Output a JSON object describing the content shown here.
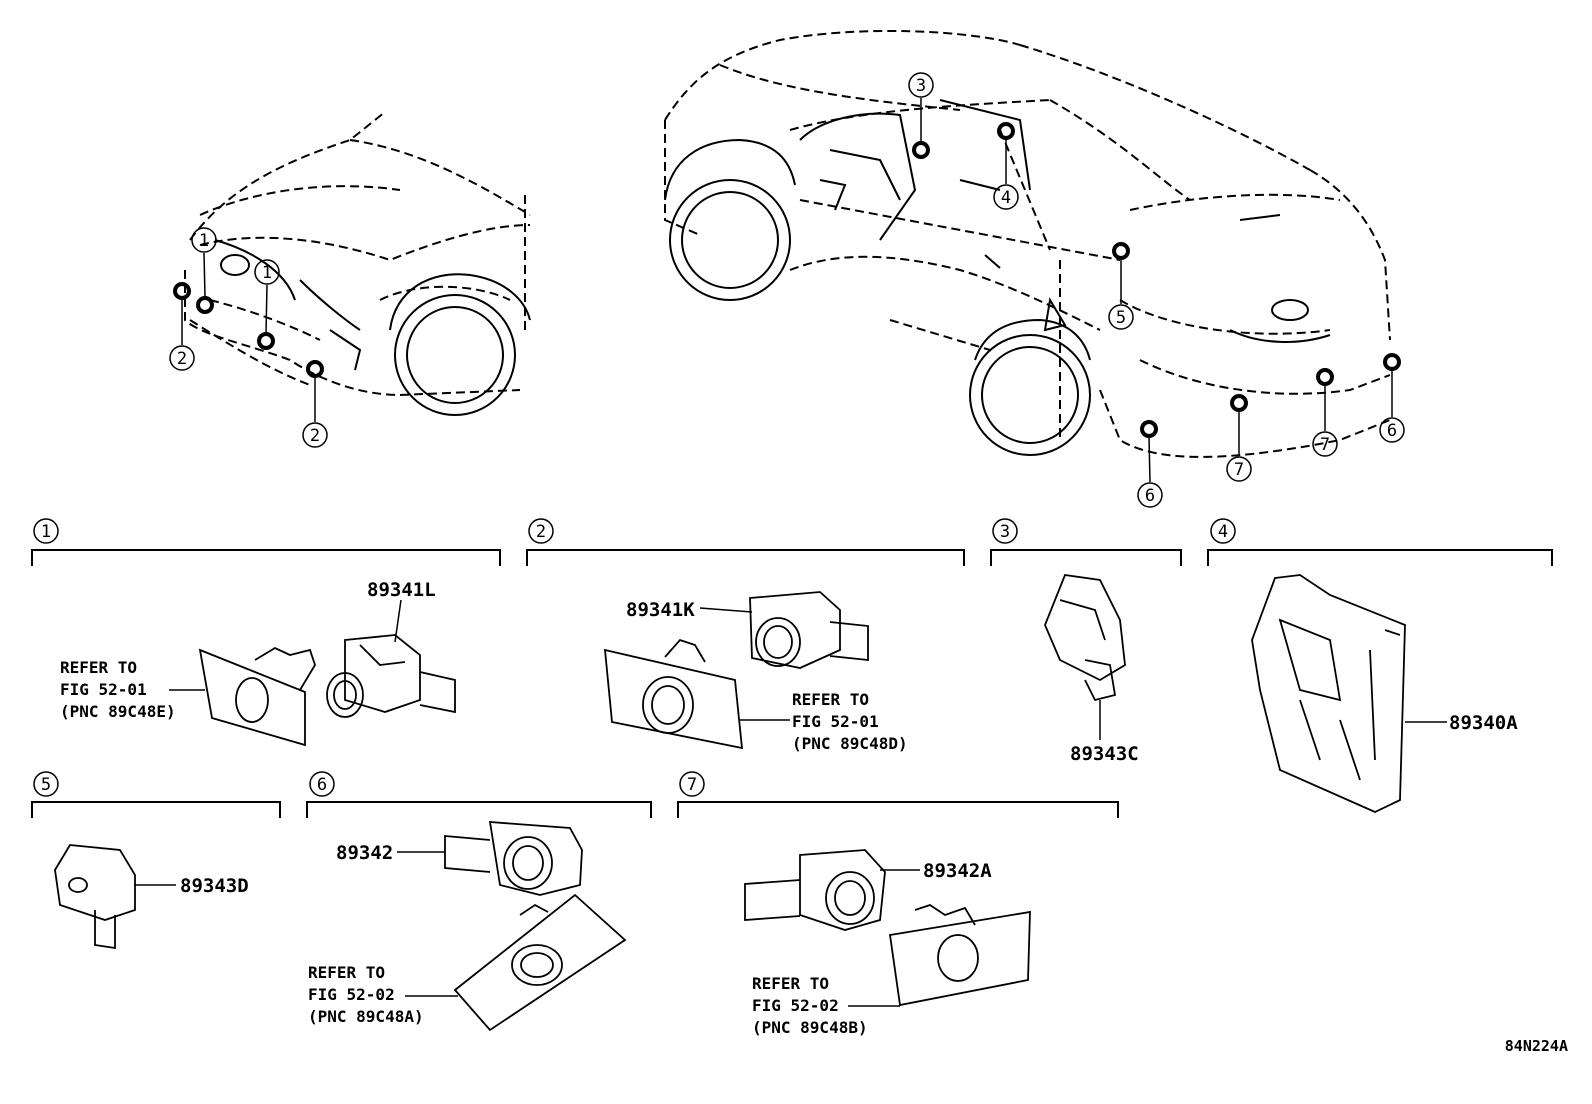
{
  "diagram_code": "84N224A",
  "callout_markers": [
    "1",
    "2",
    "3",
    "4",
    "5",
    "6",
    "7"
  ],
  "sections": [
    {
      "id": "1",
      "parts": [
        "89341L"
      ],
      "refer": [
        "REFER TO",
        "FIG 52-01",
        "(PNC 89C48E)"
      ]
    },
    {
      "id": "2",
      "parts": [
        "89341K"
      ],
      "refer": [
        "REFER TO",
        "FIG 52-01",
        "(PNC 89C48D)"
      ]
    },
    {
      "id": "3",
      "parts": [
        "89343C"
      ]
    },
    {
      "id": "4",
      "parts": [
        "89340A"
      ]
    },
    {
      "id": "5",
      "parts": [
        "89343D"
      ]
    },
    {
      "id": "6",
      "parts": [
        "89342"
      ],
      "refer": [
        "REFER TO",
        "FIG 52-02",
        "(PNC 89C48A)"
      ]
    },
    {
      "id": "7",
      "parts": [
        "89342A"
      ],
      "refer": [
        "REFER TO",
        "FIG 52-02",
        "(PNC 89C48B)"
      ]
    }
  ]
}
